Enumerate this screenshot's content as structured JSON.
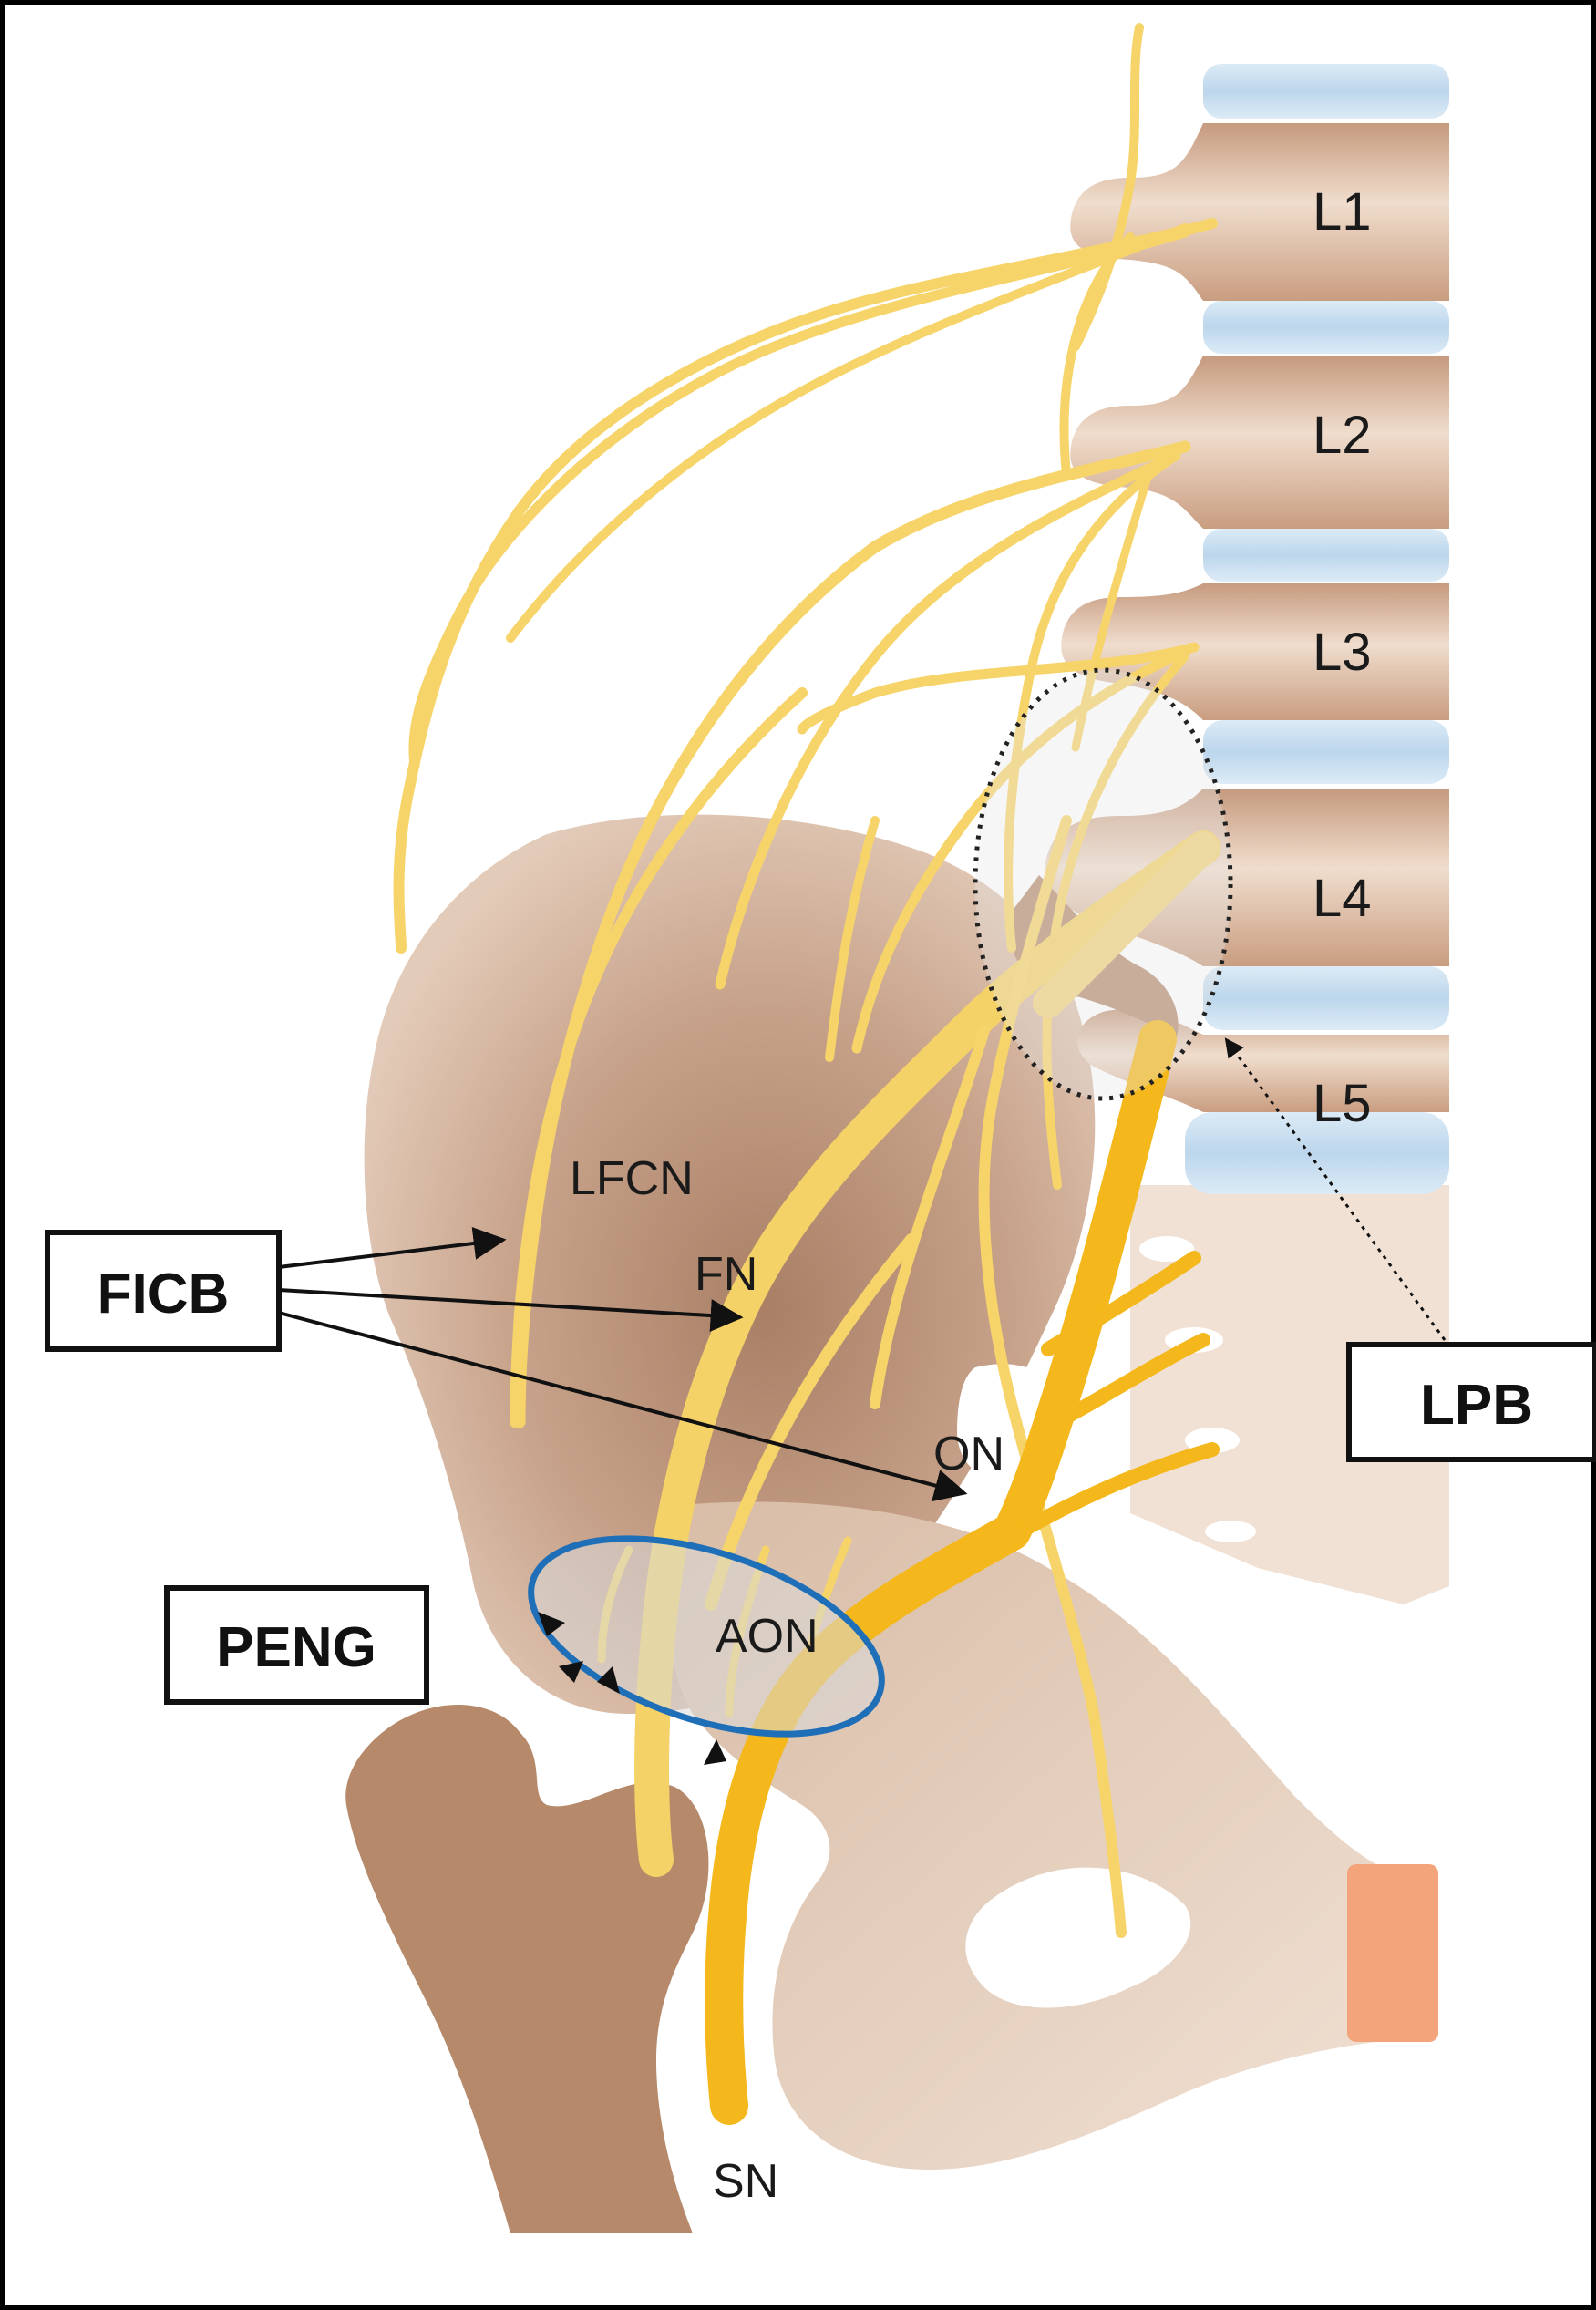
{
  "vertebrae": [
    "L1",
    "L2",
    "L3",
    "L4",
    "L5"
  ],
  "nerves": {
    "lfcn": "LFCN",
    "fn": "FN",
    "on": "ON",
    "aon": "AON",
    "sn": "SN"
  },
  "blocks": {
    "ficb": "FICB",
    "lpb": "LPB",
    "peng": "PENG"
  },
  "colors": {
    "background": "#000000",
    "panel": "#ffffff",
    "bone_light": "#e8d3c0",
    "bone_dark": "#a57a5a",
    "femur": "#b5896a",
    "disc": "#c9dff0",
    "nerve_light": "#f6d46a",
    "nerve_dark": "#f4b81c",
    "peng_ellipse": "#1f6fb8",
    "pubic_cartilage": "#f3a47a"
  }
}
